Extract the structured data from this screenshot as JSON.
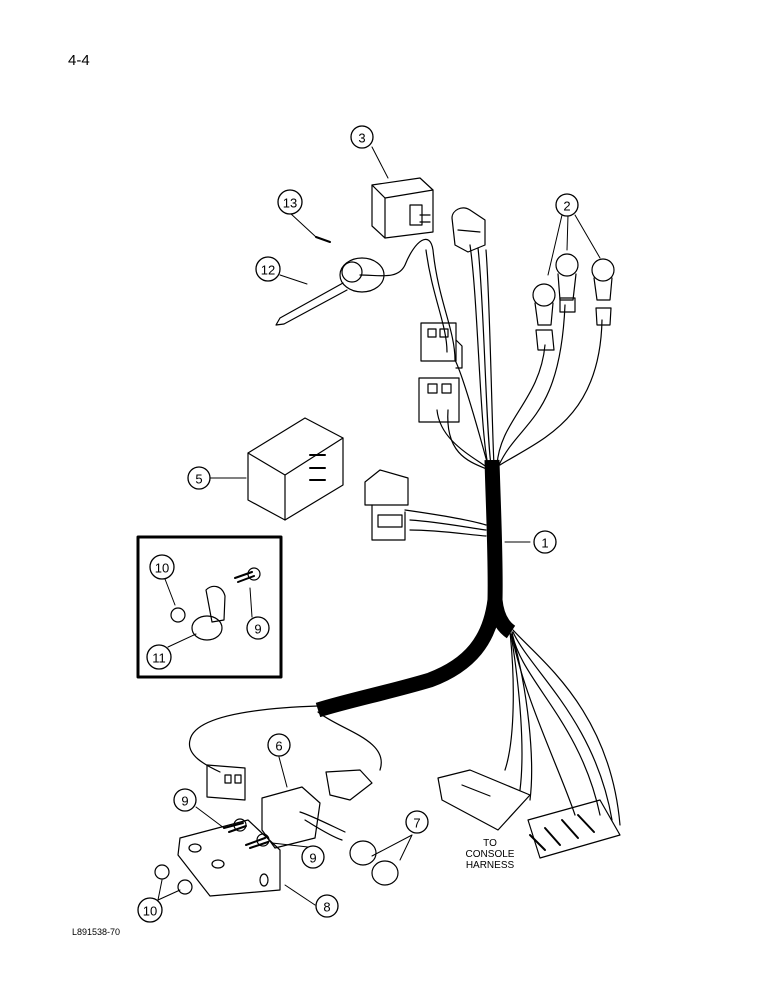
{
  "page_number": "4-4",
  "figure_code": "L891538-70",
  "console_note": "TO\nCONSOLE\nHARNESS",
  "callouts": {
    "c1": "1",
    "c2": "2",
    "c3": "3",
    "c5": "5",
    "c6": "6",
    "c7": "7",
    "c8": "8",
    "c9a": "9",
    "c9b": "9",
    "c9c": "9",
    "c10a": "10",
    "c10b": "10",
    "c11": "11",
    "c12": "12",
    "c13": "13"
  }
}
